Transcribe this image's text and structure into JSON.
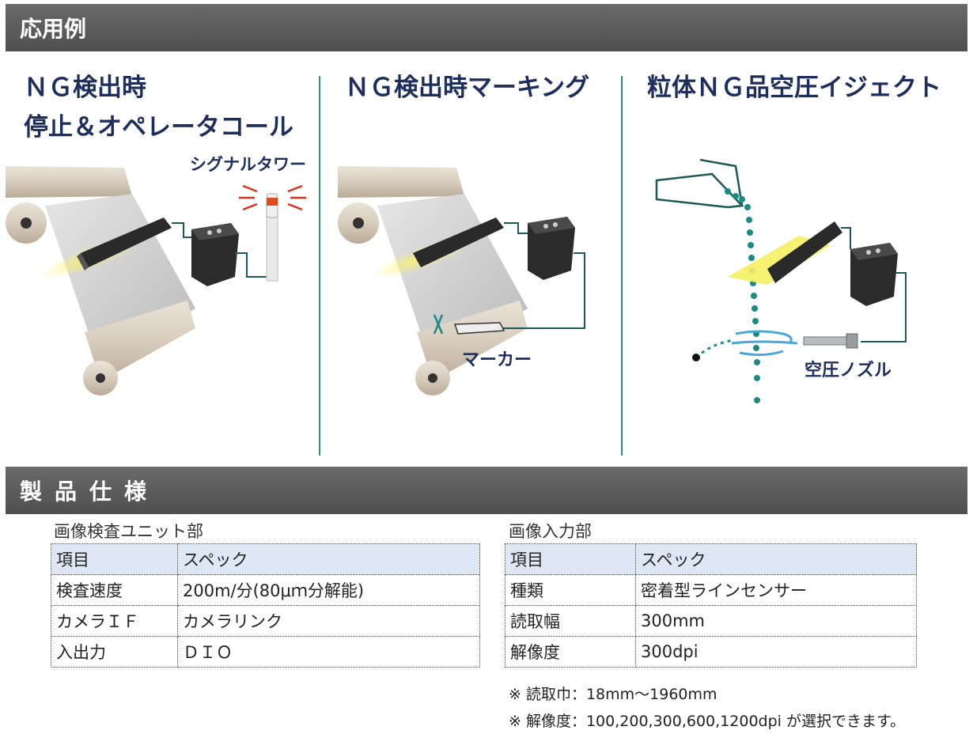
{
  "sections": {
    "applications": "応用例",
    "specs": "製品仕様"
  },
  "panels": [
    {
      "title_line1": "ＮＧ検出時",
      "title_line2": "停止＆オペレータコール",
      "label": "シグナルタワー"
    },
    {
      "title_line1": "ＮＧ検出時マーキング",
      "label": "マーカー"
    },
    {
      "title_line1": "粒体ＮＧ品空圧イジェクト",
      "label": "空圧ノズル"
    }
  ],
  "tables": {
    "left": {
      "caption": "画像検査ユニット部",
      "headers": [
        "項目",
        "スペック"
      ],
      "rows": [
        [
          "検査速度",
          "200m/分(80μｍ分解能)"
        ],
        [
          "カメラＩＦ",
          "カメラリンク"
        ],
        [
          "入出力",
          "ＤＩＯ"
        ]
      ]
    },
    "right": {
      "caption": "画像入力部",
      "headers": [
        "項目",
        "スペック"
      ],
      "rows": [
        [
          "種類",
          "密着型ラインセンサー"
        ],
        [
          "読取幅",
          "300mm"
        ],
        [
          "解像度",
          "300dpi"
        ]
      ]
    }
  },
  "notes": [
    "※ 読取巾：18mm～1960mm",
    "※ 解像度：100,200,300,600,1200dpi が選択できます。"
  ],
  "colors": {
    "title": "#1e2e5c",
    "divider": "#2e8f88",
    "header_bg": "#dde8f4",
    "bar": "#5a5a5a"
  }
}
